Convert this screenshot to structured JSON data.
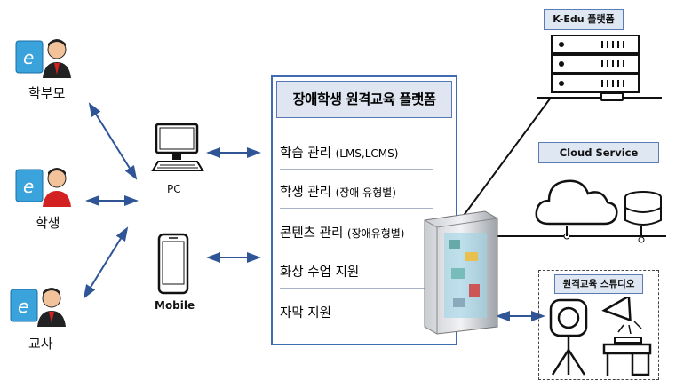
{
  "roles": {
    "parent": "학부모",
    "student": "학생",
    "teacher": "교사"
  },
  "devices": {
    "pc": "PC",
    "mobile": "Mobile"
  },
  "platform": {
    "title": "장애학생 원격교육 플랫폼",
    "items": [
      {
        "main": "학습 관리",
        "sub": "(LMS,LCMS)"
      },
      {
        "main": "학생 관리",
        "sub": "(장애 유형별)"
      },
      {
        "main": "콘텐츠 관리",
        "sub": "(장애유형별)"
      },
      {
        "main": "화상 수업 지원",
        "sub": ""
      },
      {
        "main": "자막 지원",
        "sub": ""
      }
    ]
  },
  "right": {
    "kedu": "K-Edu 플랫폼",
    "cloud": "Cloud Service",
    "studio": "원격교육 스튜디오"
  },
  "colors": {
    "accent": "#3f6bb0",
    "tag_bg": "#dfe7f3",
    "arrow": "#2f5597"
  }
}
